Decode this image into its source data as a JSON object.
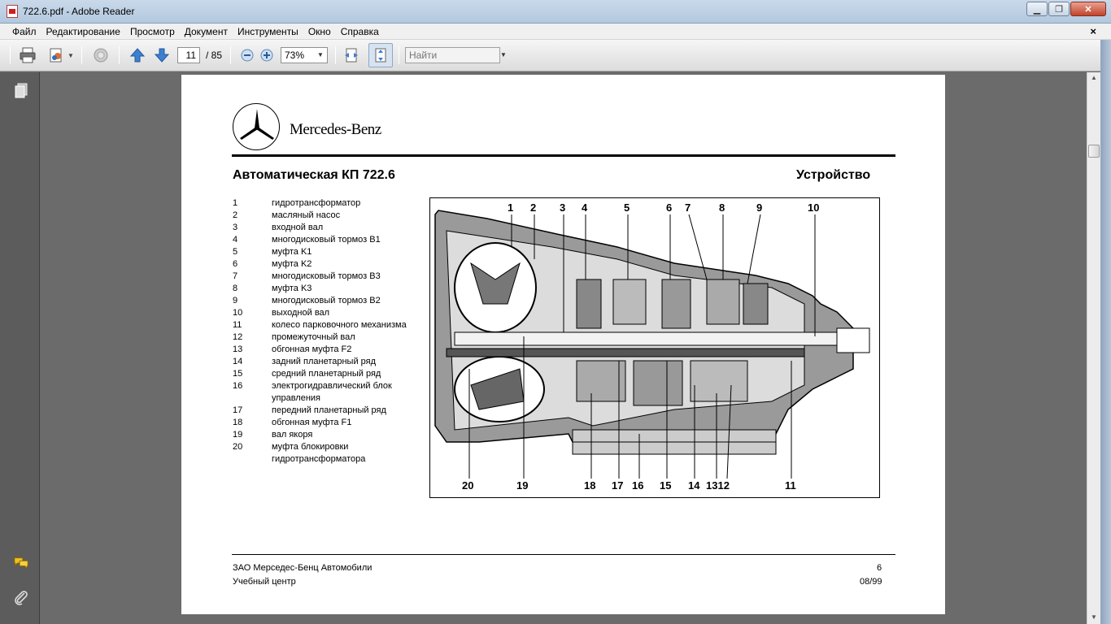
{
  "window": {
    "title": "722.6.pdf - Adobe Reader",
    "minimize_label": "▁",
    "maximize_label": "❐",
    "close_label": "✕"
  },
  "menu": {
    "items": [
      "Файл",
      "Редактирование",
      "Просмотр",
      "Документ",
      "Инструменты",
      "Окно",
      "Справка"
    ],
    "doc_close": "×"
  },
  "toolbar": {
    "page_number": "11",
    "page_total": "/ 85",
    "zoom": "73%",
    "find_placeholder": "Найти"
  },
  "document": {
    "brand": "Mercedes-Benz",
    "heading_left": "Автоматическая КП 722.6",
    "heading_right": "Устройство",
    "legend": [
      {
        "num": "1",
        "text": "гидротрансформатор"
      },
      {
        "num": "2",
        "text": "масляный насос"
      },
      {
        "num": "3",
        "text": "входной вал"
      },
      {
        "num": "4",
        "text": "многодисковый тормоз B1"
      },
      {
        "num": "5",
        "text": "муфта K1"
      },
      {
        "num": "6",
        "text": "муфта K2"
      },
      {
        "num": "7",
        "text": "многодисковый тормоз B3"
      },
      {
        "num": "8",
        "text": "муфта K3"
      },
      {
        "num": "9",
        "text": "многодисковый тормоз B2"
      },
      {
        "num": "10",
        "text": "выходной вал"
      },
      {
        "num": "11",
        "text": "колесо парковочного механизма"
      },
      {
        "num": "12",
        "text": "промежуточный вал"
      },
      {
        "num": "13",
        "text": "обгонная муфта F2"
      },
      {
        "num": "14",
        "text": "задний планетарный ряд"
      },
      {
        "num": "15",
        "text": "средний планетарный ряд"
      },
      {
        "num": "16",
        "text": "электрогидравлический блок управления"
      },
      {
        "num": "17",
        "text": "передний планетарный ряд"
      },
      {
        "num": "18",
        "text": "обгонная муфта F1"
      },
      {
        "num": "19",
        "text": "вал якоря"
      },
      {
        "num": "20",
        "text": "муфта блокировки гидротрансформатора"
      }
    ],
    "diagram_top_labels": [
      "1",
      "2",
      "3",
      "4",
      "5",
      "6",
      "7",
      "8",
      "9",
      "10"
    ],
    "diagram_bottom_labels": [
      "20",
      "19",
      "18",
      "17",
      "16",
      "15",
      "14",
      "1312",
      "11"
    ],
    "footer_company": "ЗАО Мерседес-Бенц Автомобили",
    "footer_center": "Учебный центр",
    "footer_page": "6",
    "footer_date": "08/99"
  }
}
